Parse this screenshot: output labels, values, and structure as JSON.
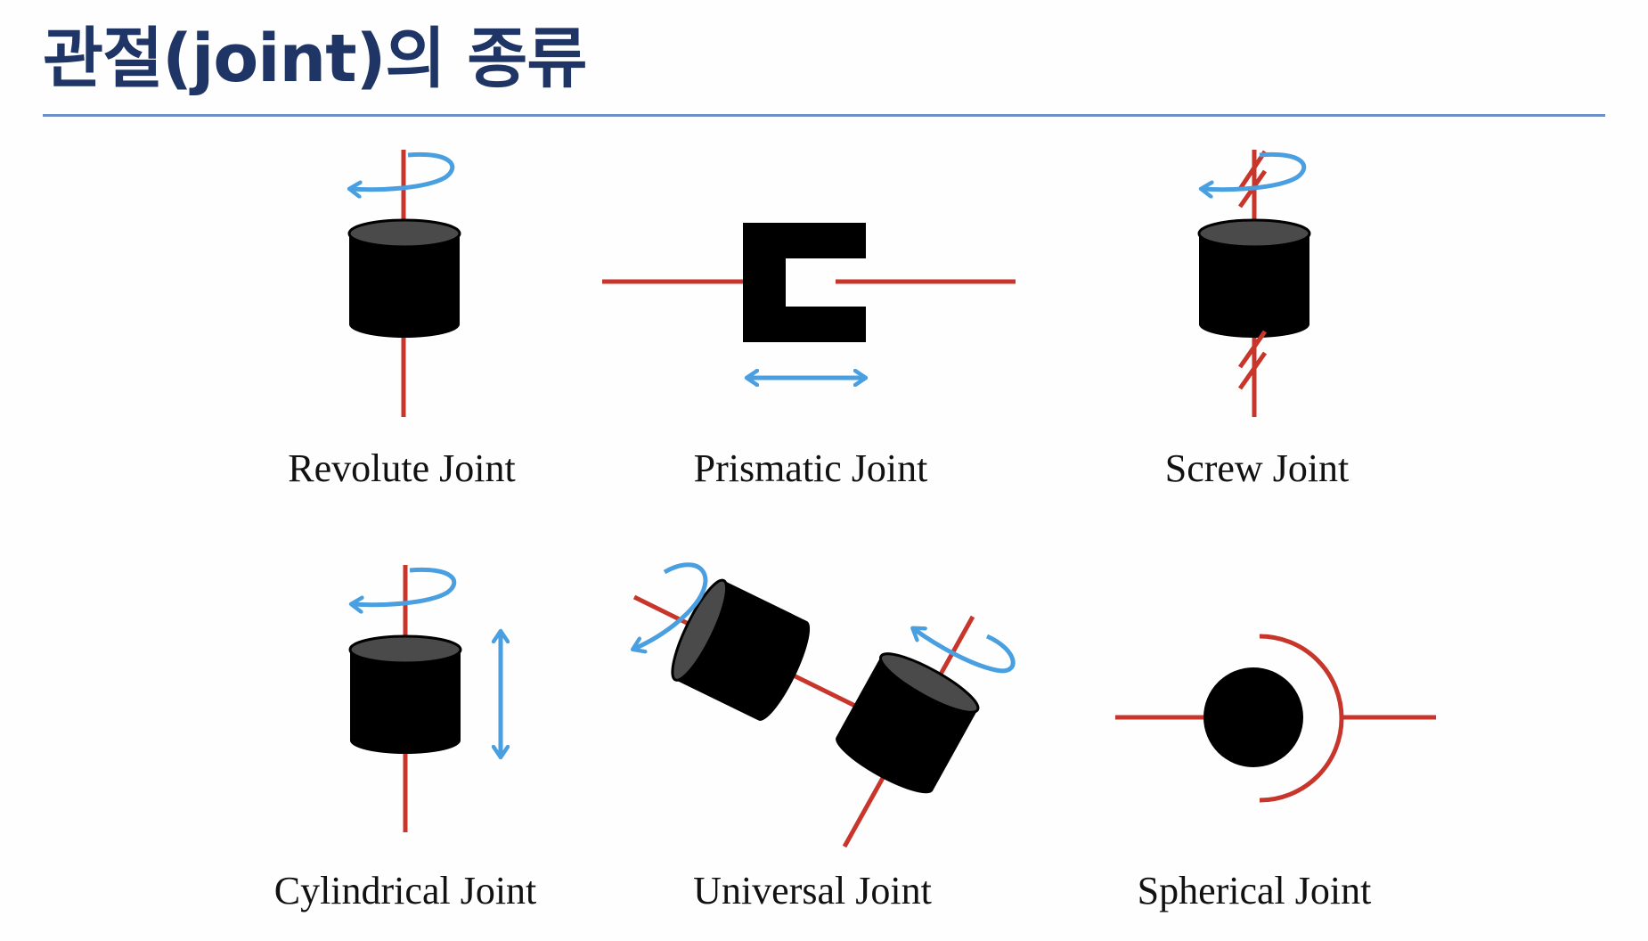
{
  "title": "관절(joint)의 종류",
  "colors": {
    "title": "#1f3566",
    "rule": "#6d8fca",
    "axis": "#c8352a",
    "motion_arrow": "#4a9fe0",
    "body": "#000000",
    "cap": "#4a4a4a"
  },
  "joints": [
    {
      "name": "Revolute Joint"
    },
    {
      "name": "Prismatic Joint"
    },
    {
      "name": "Screw Joint"
    },
    {
      "name": "Cylindrical Joint"
    },
    {
      "name": "Universal Joint"
    },
    {
      "name": "Spherical Joint"
    }
  ]
}
